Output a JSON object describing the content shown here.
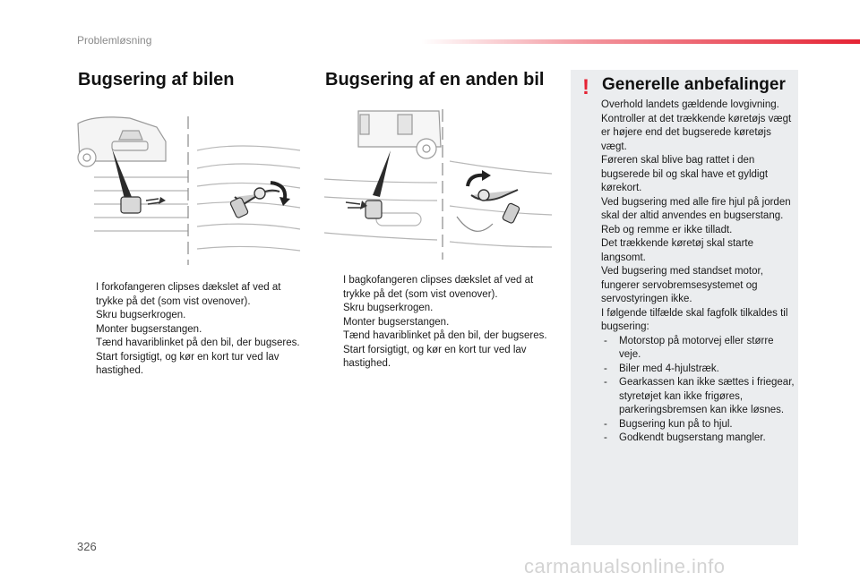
{
  "header": {
    "section": "Problemløsning"
  },
  "left": {
    "title": "Bugsering af bilen",
    "steps": [
      "I forkofangeren clipses dækslet af ved at trykke på det (som vist ovenover).",
      "Skru bugserkrogen.",
      "Monter bugserstangen.",
      "Tænd havariblinket på den bil, der bugseres.",
      "Start forsigtigt, og kør en kort tur ved lav hastighed."
    ]
  },
  "middle": {
    "title": "Bugsering af en anden bil",
    "steps": [
      "I bagkofangeren clipses dækslet af ved at trykke på det (som vist ovenover).",
      "Skru bugserkrogen.",
      "Monter bugserstangen.",
      "Tænd havariblinket på den bil, der bugseres.",
      "Start forsigtigt, og kør en kort tur ved lav hastighed."
    ]
  },
  "bullet_glyph": "",
  "panel": {
    "mark": "!",
    "title": "Generelle anbefalinger",
    "paragraphs": [
      "Overhold landets gældende lovgivning.",
      "Kontroller at det trækkende køretøjs vægt er højere end det bugserede køretøjs vægt.",
      "Føreren skal blive bag rattet i den bugserede bil og skal have et gyldigt kørekort.",
      "Ved bugsering med alle fire hjul på jorden skal der altid anvendes en bugserstang. Reb og remme er ikke tilladt.",
      "Det trækkende køretøj skal starte langsomt.",
      "Ved bugsering med standset motor, fungerer servobremsesystemet og servostyringen ikke.",
      "I følgende tilfælde skal fagfolk tilkaldes til bugsering:"
    ],
    "dash": "-",
    "cases": [
      "Motorstop på motorvej eller større veje.",
      "Biler med 4-hjulstræk.",
      "Gearkassen kan ikke sættes i friegear, styretøjet kan ikke frigøres, parkeringsbremsen kan ikke løsnes.",
      "Bugsering kun på to hjul.",
      "Godkendt bugserstang mangler."
    ]
  },
  "footer": {
    "page_number": "326",
    "watermark": "carmanualsonline.info"
  },
  "colors": {
    "accent": "#e52334",
    "panel_bg": "#ebedef",
    "text": "#1a1a1a"
  },
  "illustrations": [
    "front-towing-illustration",
    "rear-towing-illustration"
  ]
}
